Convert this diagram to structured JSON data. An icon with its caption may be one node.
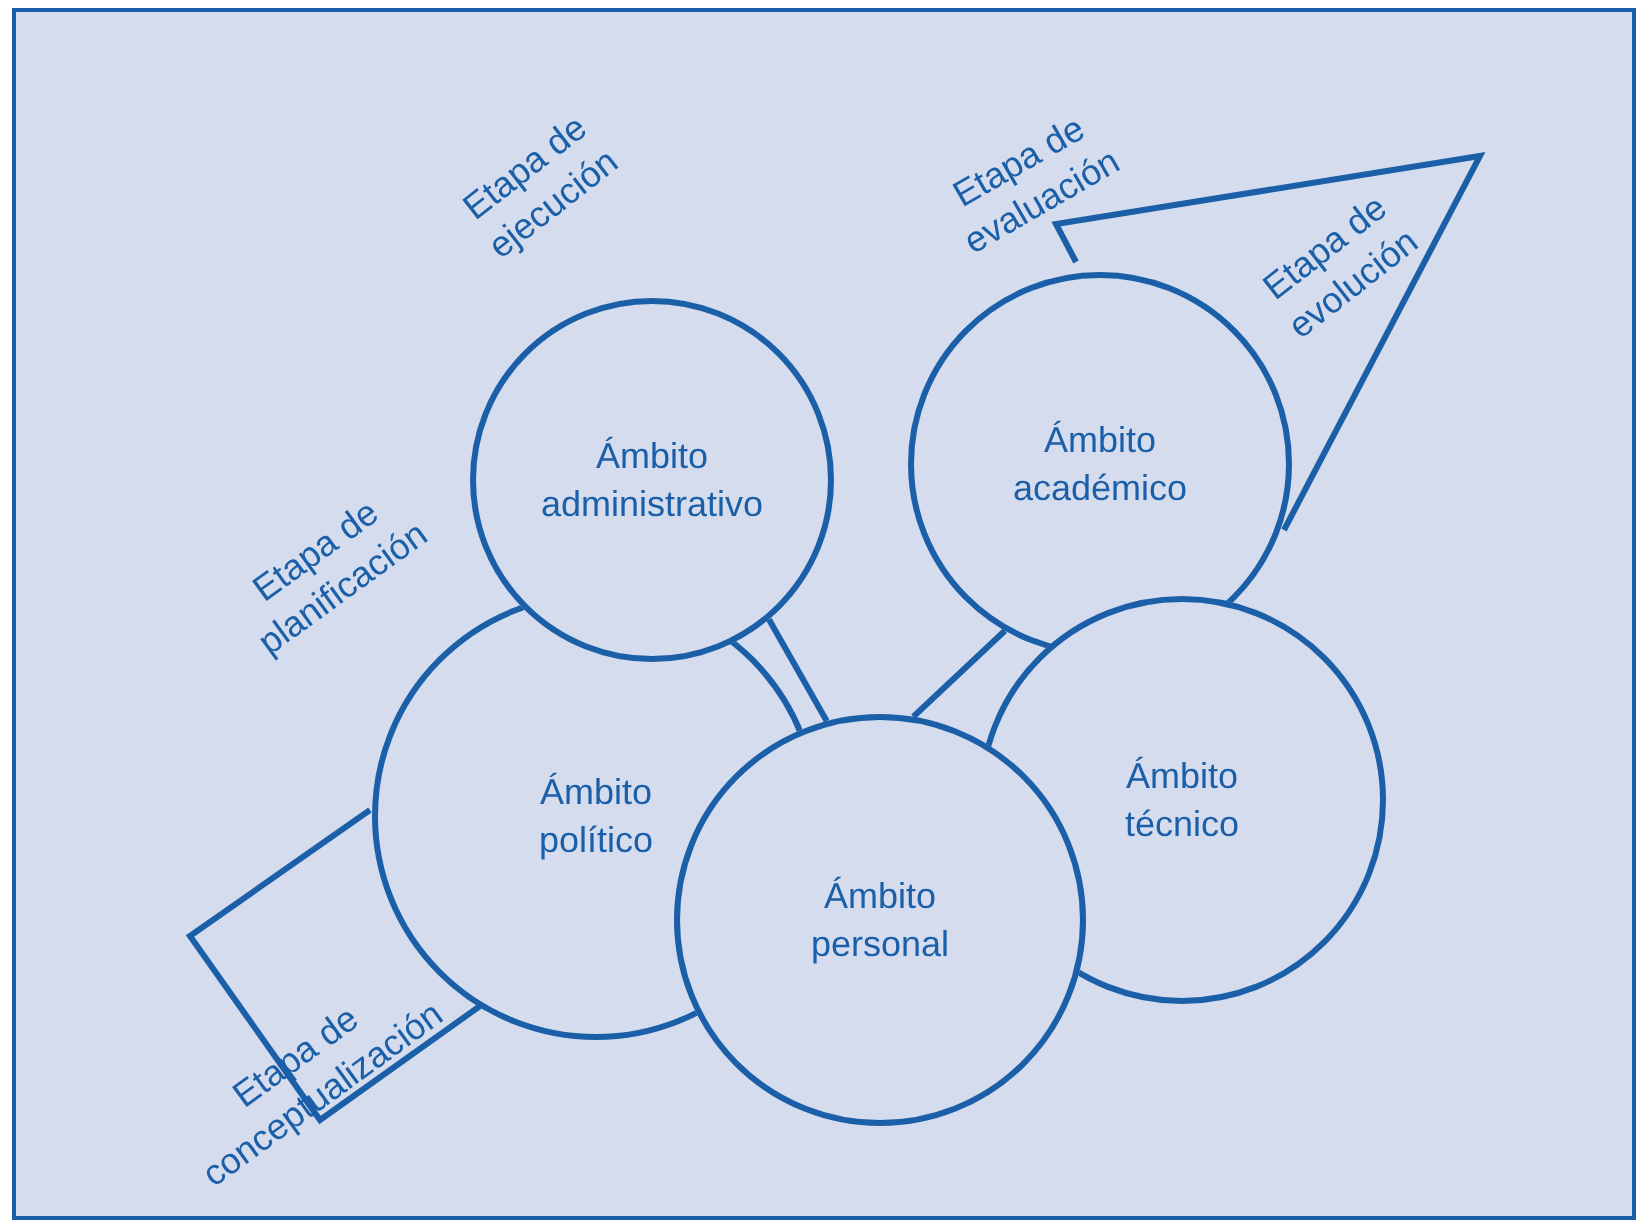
{
  "diagram": {
    "nodes": [
      {
        "text": [
          "Ámbito administrativo"
        ]
      },
      {
        "text": [
          "Ámbito académico"
        ]
      },
      {
        "text": [
          "Ámbito político"
        ]
      },
      {
        "text": [
          "Ámbito personal"
        ]
      },
      {
        "text": [
          "Ámbito técnico"
        ]
      },
      {
        "text": [
          "Etapa de evolución"
        ]
      },
      {
        "text": [
          "Etapa de conceptualización"
        ]
      }
    ],
    "edges": [
      {
        "from": 0,
        "to": 3,
        "arrow": "none"
      },
      {
        "from": 1,
        "to": 3,
        "arrow": "none"
      }
    ],
    "labels": [
      "Etapa de ejecución",
      "Etapa de evaluación",
      "Etapa de planificación"
    ]
  }
}
